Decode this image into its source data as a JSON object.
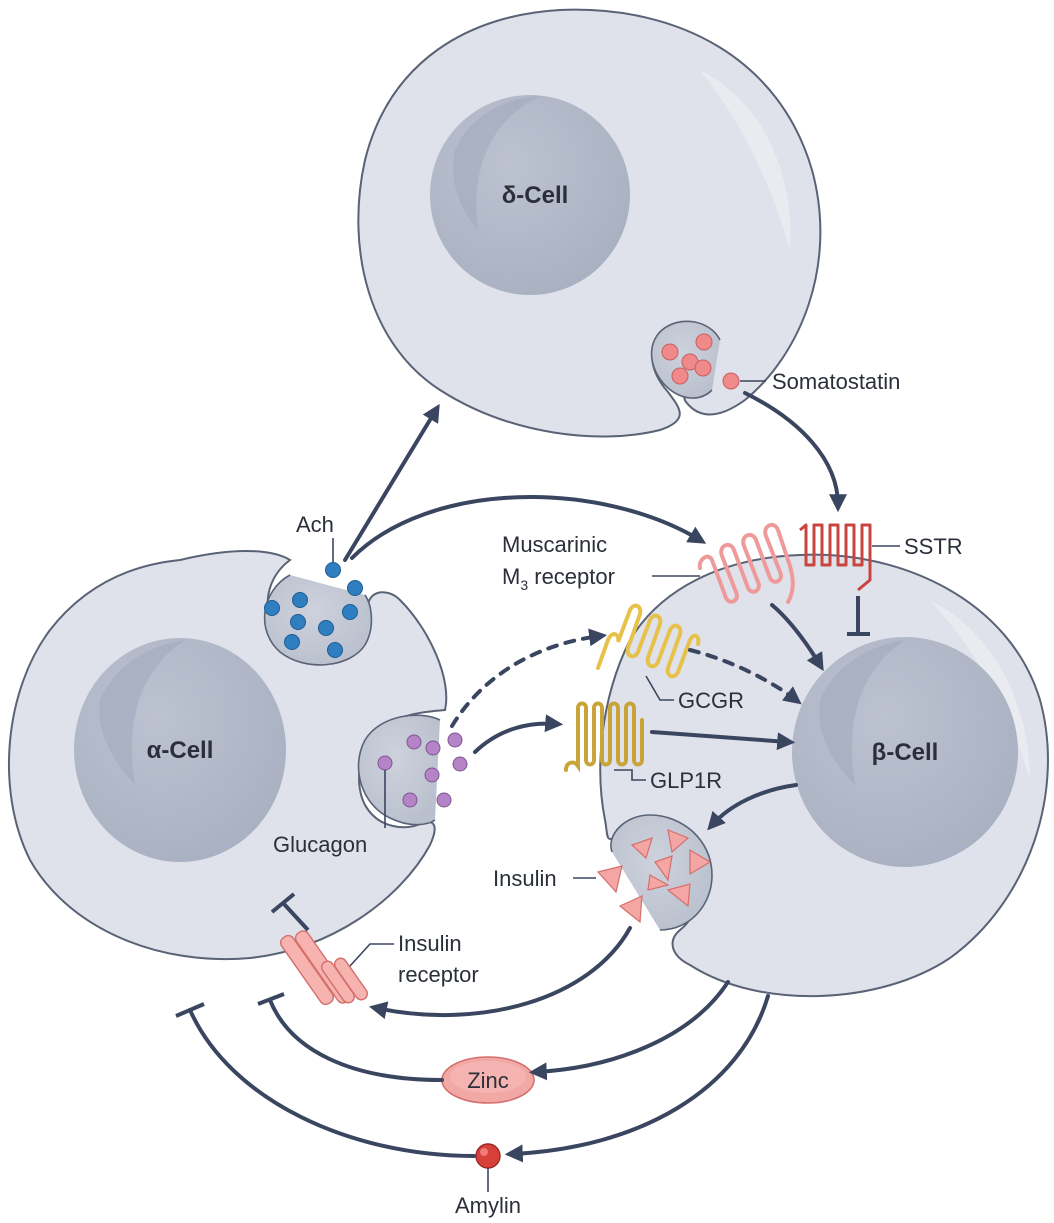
{
  "cells": {
    "delta": "δ-Cell",
    "alpha": "α-Cell",
    "beta": "β-Cell"
  },
  "labels": {
    "somatostatin": "Somatostatin",
    "sstr": "SSTR",
    "ach": "Ach",
    "muscarinic_line1": "Muscarinic",
    "muscarinic_m": "M",
    "muscarinic_sub": "3",
    "muscarinic_rest": " receptor",
    "gcgr": "GCGR",
    "glp1r": "GLP1R",
    "glucagon": "Glucagon",
    "insulin": "Insulin",
    "insulin_receptor_line1": "Insulin",
    "insulin_receptor_line2": "receptor",
    "zinc": "Zinc",
    "amylin": "Amylin"
  },
  "colors": {
    "cell_fill": "#dfe2ea",
    "cell_stroke": "#5a6276",
    "nucleus": "#b6bccb",
    "nucleus_dark": "#a6adbf",
    "arrow": "#3a4660",
    "somatostatin": "#f08a8a",
    "sstr": "#c8443f",
    "muscarinic": "#ef9a9a",
    "ach": "#2f7fc0",
    "glucagon": "#b583c7",
    "gcgr": "#e7c24a",
    "glp1r": "#c9a43a",
    "insulin": "#f4a6a4",
    "zinc": "#f2a9a6",
    "amylin": "#d8403c"
  }
}
